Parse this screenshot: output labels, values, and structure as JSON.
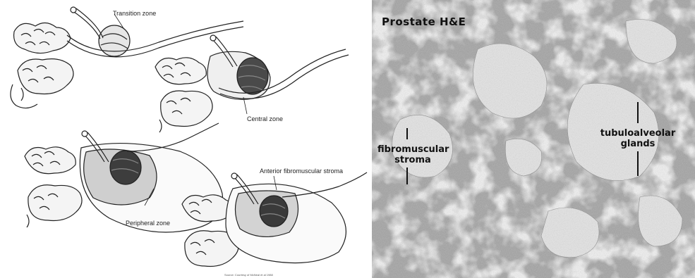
{
  "anatomy_panel": {
    "labels": {
      "transition_zone": "Transition zone",
      "central_zone": "Central zone",
      "peripheral_zone": "Peripheral zone",
      "anterior_stroma": "Anterior fibromuscular stroma"
    },
    "credit": "Source: Courtesy of McNeal et al 1988"
  },
  "histology_panel": {
    "title": "Prostate H&E",
    "labels": {
      "fibromuscular_line1": "fibromuscular",
      "fibromuscular_line2": "stroma",
      "tubuloalveolar_line1": "tubuloalveolar",
      "tubuloalveolar_line2": "glands"
    },
    "colors": {
      "stroma": "#9a9a9a",
      "glands": "#e2e2e2"
    }
  }
}
